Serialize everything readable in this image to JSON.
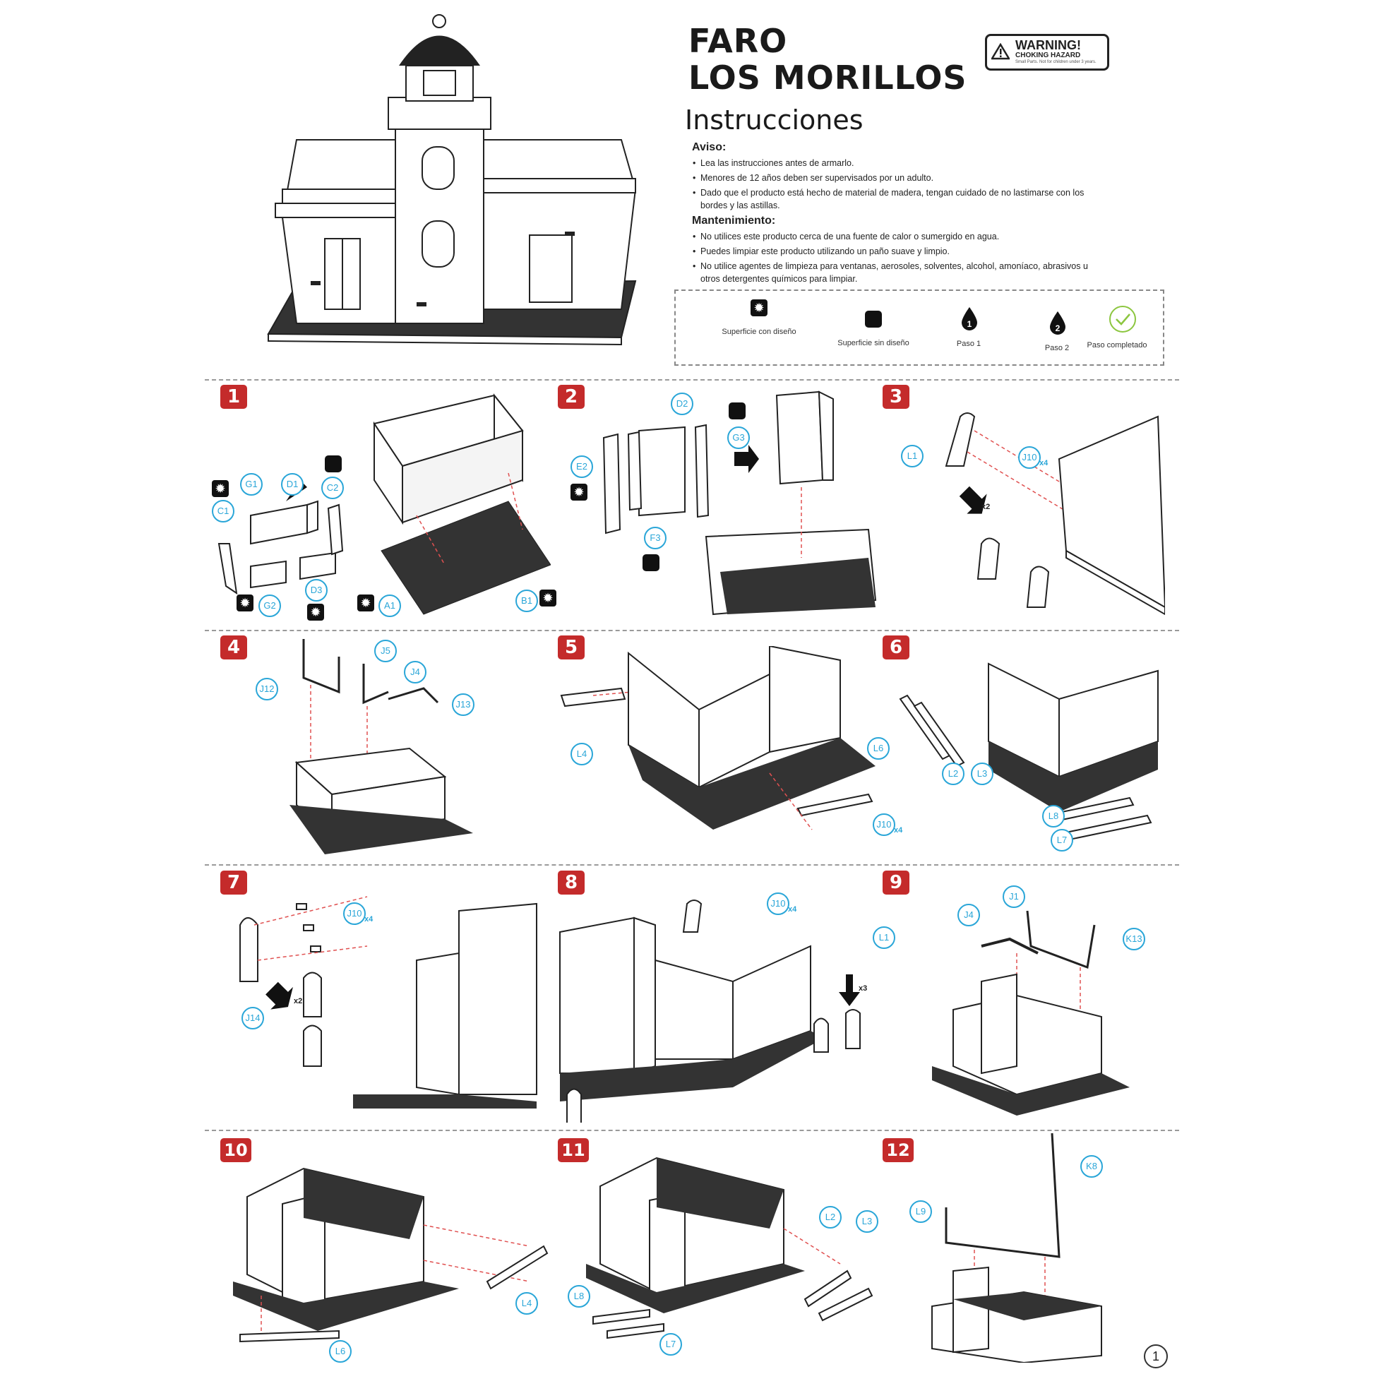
{
  "header": {
    "title_line1": "FARO",
    "title_line2": "LOS MORILLOS",
    "subtitle": "Instrucciones"
  },
  "warning": {
    "line1": "WARNING!",
    "line2": "CHOKING HAZARD",
    "line3": "Small Parts. Not for children under 3 years."
  },
  "aviso": {
    "heading": "Aviso:",
    "items": [
      "Lea las instrucciones antes de armarlo.",
      "Menores de 12 años deben ser supervisados por un adulto.",
      "Dado que el producto está hecho de material de madera, tengan cuidado de no lastimarse con los bordes y las astillas."
    ]
  },
  "mantenimiento": {
    "heading": "Mantenimiento:",
    "items": [
      "No utilices este producto cerca de una fuente de calor o sumergido en agua.",
      "Puedes limpiar este producto utilizando un paño suave y limpio.",
      "No utilice agentes de limpieza para ventanas, aerosoles, solventes, alcohol, amoníaco, abrasivos u otros detergentes químicos para limpiar."
    ]
  },
  "legend": [
    {
      "icon": "sun-pattern-icon",
      "label": "Superficie con diseño"
    },
    {
      "icon": "black-square-icon",
      "label": "Superficie sin diseño"
    },
    {
      "icon": "drop-1-icon",
      "label": "Paso 1",
      "num": "1"
    },
    {
      "icon": "drop-2-icon",
      "label": "Paso 2",
      "num": "2"
    },
    {
      "icon": "check-circle-icon",
      "label": "Paso completado"
    }
  ],
  "steps": [
    {
      "num": "1",
      "callouts": [
        "G1",
        "D1",
        "C2",
        "C1",
        "G2",
        "D3",
        "A1",
        "B1"
      ]
    },
    {
      "num": "2",
      "callouts": [
        "D2",
        "G3",
        "E2",
        "F3"
      ]
    },
    {
      "num": "3",
      "callouts": [
        "L1",
        "J10"
      ],
      "mults": [
        "x4",
        "x2"
      ]
    },
    {
      "num": "4",
      "callouts": [
        "J5",
        "J4",
        "J12",
        "J13"
      ]
    },
    {
      "num": "5",
      "callouts": [
        "L4",
        "L6",
        "J10"
      ],
      "mults": [
        "x4"
      ]
    },
    {
      "num": "6",
      "callouts": [
        "L2",
        "L3",
        "L8",
        "L7"
      ]
    },
    {
      "num": "7",
      "callouts": [
        "J10",
        "J14"
      ],
      "mults": [
        "x4",
        "x2"
      ]
    },
    {
      "num": "8",
      "callouts": [
        "J10",
        "L1"
      ],
      "mults": [
        "x4",
        "x3"
      ]
    },
    {
      "num": "9",
      "callouts": [
        "J4",
        "J1",
        "K13"
      ]
    },
    {
      "num": "10",
      "callouts": [
        "L4",
        "L6"
      ]
    },
    {
      "num": "11",
      "callouts": [
        "L2",
        "L3",
        "L8",
        "L7"
      ]
    },
    {
      "num": "12",
      "callouts": [
        "K8",
        "L9"
      ]
    }
  ],
  "page_number": "1",
  "colors": {
    "step_badge": "#c42b2b",
    "callout": "#2aa6d8",
    "guide": "#e05050",
    "check": "#8cc63f"
  }
}
